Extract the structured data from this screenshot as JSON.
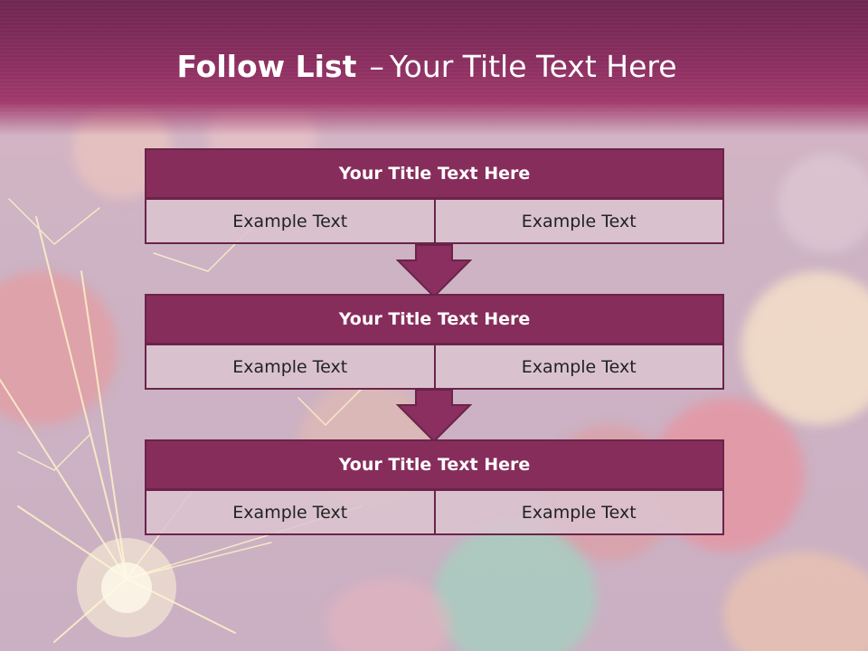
{
  "slide": {
    "title_bold": "Follow List",
    "title_separator": "–",
    "title_rest": "Your Title Text Here"
  },
  "blocks": [
    {
      "title": "Your Title Text Here",
      "left": "Example Text",
      "right": "Example Text"
    },
    {
      "title": "Your Title Text Here",
      "left": "Example Text",
      "right": "Example Text"
    },
    {
      "title": "Your Title Text Here",
      "left": "Example Text",
      "right": "Example Text"
    }
  ],
  "colors": {
    "header": "#8a2f60",
    "block_title": "#872d5b",
    "block_border": "#6a2449",
    "cell_fill": "#dac4cf",
    "arrow": "#8a2f60"
  },
  "icons": [
    "down-arrow-icon",
    "sparkler-image"
  ]
}
